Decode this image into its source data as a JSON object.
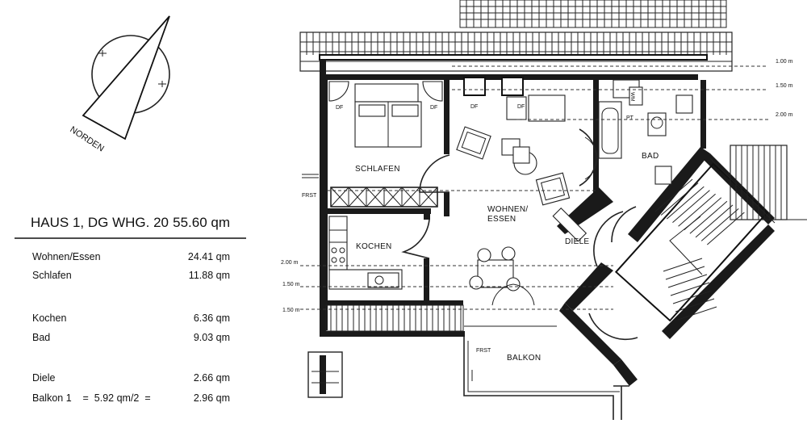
{
  "compass": {
    "label": "NORDEN"
  },
  "area_table": {
    "title": "HAUS 1, DG WHG. 20",
    "total": "55.60 qm",
    "rows": [
      {
        "name": "Wohnen/Essen",
        "value": "24.41 qm"
      },
      {
        "name": "Schlafen",
        "value": "11.88 qm"
      },
      {
        "name": "Kochen",
        "value": "6.36 qm"
      },
      {
        "name": "Bad",
        "value": "9.03 qm"
      },
      {
        "name": "Diele",
        "value": "2.66 qm"
      },
      {
        "name": "Balkon 1    =  5.92 qm/2  =",
        "value": "2.96 qm"
      }
    ]
  },
  "rooms": {
    "schlafen": "SCHLAFEN",
    "wohnen_line1": "WOHNEN/",
    "wohnen_line2": "ESSEN",
    "kochen": "KOCHEN",
    "diele": "DIELE",
    "bad": "BAD",
    "balkon": "BALKON"
  },
  "labels": {
    "df": "DF",
    "frst": "FRST",
    "pt": "PT",
    "wm": "WM"
  },
  "heights": {
    "h100": "1.00 m",
    "h150": "1.50 m",
    "h200": "2.00 m",
    "h200_left": "2.00 m",
    "h150_left": "1.50 m",
    "h150_left2": "1.50 m"
  }
}
